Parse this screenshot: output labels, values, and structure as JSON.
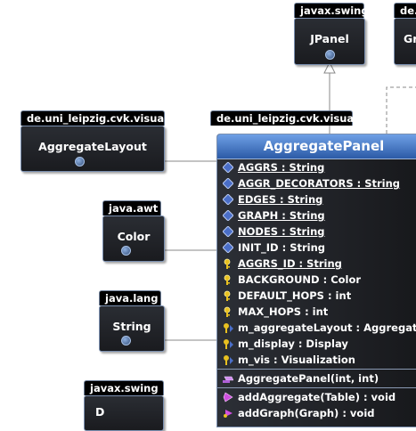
{
  "packages": {
    "swing": "javax.swing",
    "cvk": "de.uni_leipzig.cvk.visual",
    "awt": "java.awt",
    "lang": "java.lang",
    "de_partial": "de.u"
  },
  "classes": {
    "jpanel": "JPanel",
    "partial_right": "Gr",
    "aggregate_layout": "AggregateLayout",
    "color": "Color",
    "string": "String",
    "partial_bottom": "D"
  },
  "main_class": {
    "package": "de.uni_leipzig.cvk.visual",
    "name": "AggregatePanel",
    "fields": [
      {
        "text": "AGGRS : String",
        "kind": "public",
        "static": true
      },
      {
        "text": "AGGR_DECORATORS : String",
        "kind": "public",
        "static": true
      },
      {
        "text": "EDGES : String",
        "kind": "public",
        "static": true
      },
      {
        "text": "GRAPH : String",
        "kind": "public",
        "static": true
      },
      {
        "text": "NODES : String",
        "kind": "public",
        "static": true
      },
      {
        "text": "INIT_ID : String",
        "kind": "public",
        "static": false
      },
      {
        "text": "AGGRS_ID : String",
        "kind": "private",
        "static": true
      },
      {
        "text": "BACKGROUND : Color",
        "kind": "private",
        "static": false
      },
      {
        "text": "DEFAULT_HOPS : int",
        "kind": "private",
        "static": false
      },
      {
        "text": "MAX_HOPS : int",
        "kind": "private",
        "static": false
      },
      {
        "text": "m_aggregateLayout : AggregateLayout",
        "kind": "private-inst",
        "static": false
      },
      {
        "text": "m_display : Display",
        "kind": "private-inst",
        "static": false
      },
      {
        "text": "m_vis : Visualization",
        "kind": "private-inst",
        "static": false
      }
    ],
    "constructors": [
      {
        "text": "AggregatePanel(int, int)",
        "kind": "constructor"
      }
    ],
    "methods": [
      {
        "text": "addAggregate(Table) : void",
        "kind": "method"
      },
      {
        "text": "addGraph(Graph) : void",
        "kind": "method-private"
      }
    ]
  },
  "colors": {
    "box_border": "#7a8fb0",
    "title_gradient_top": "#6fa0e6",
    "title_gradient_bottom": "#2b5aa6",
    "connector": "#8a8a8a"
  }
}
